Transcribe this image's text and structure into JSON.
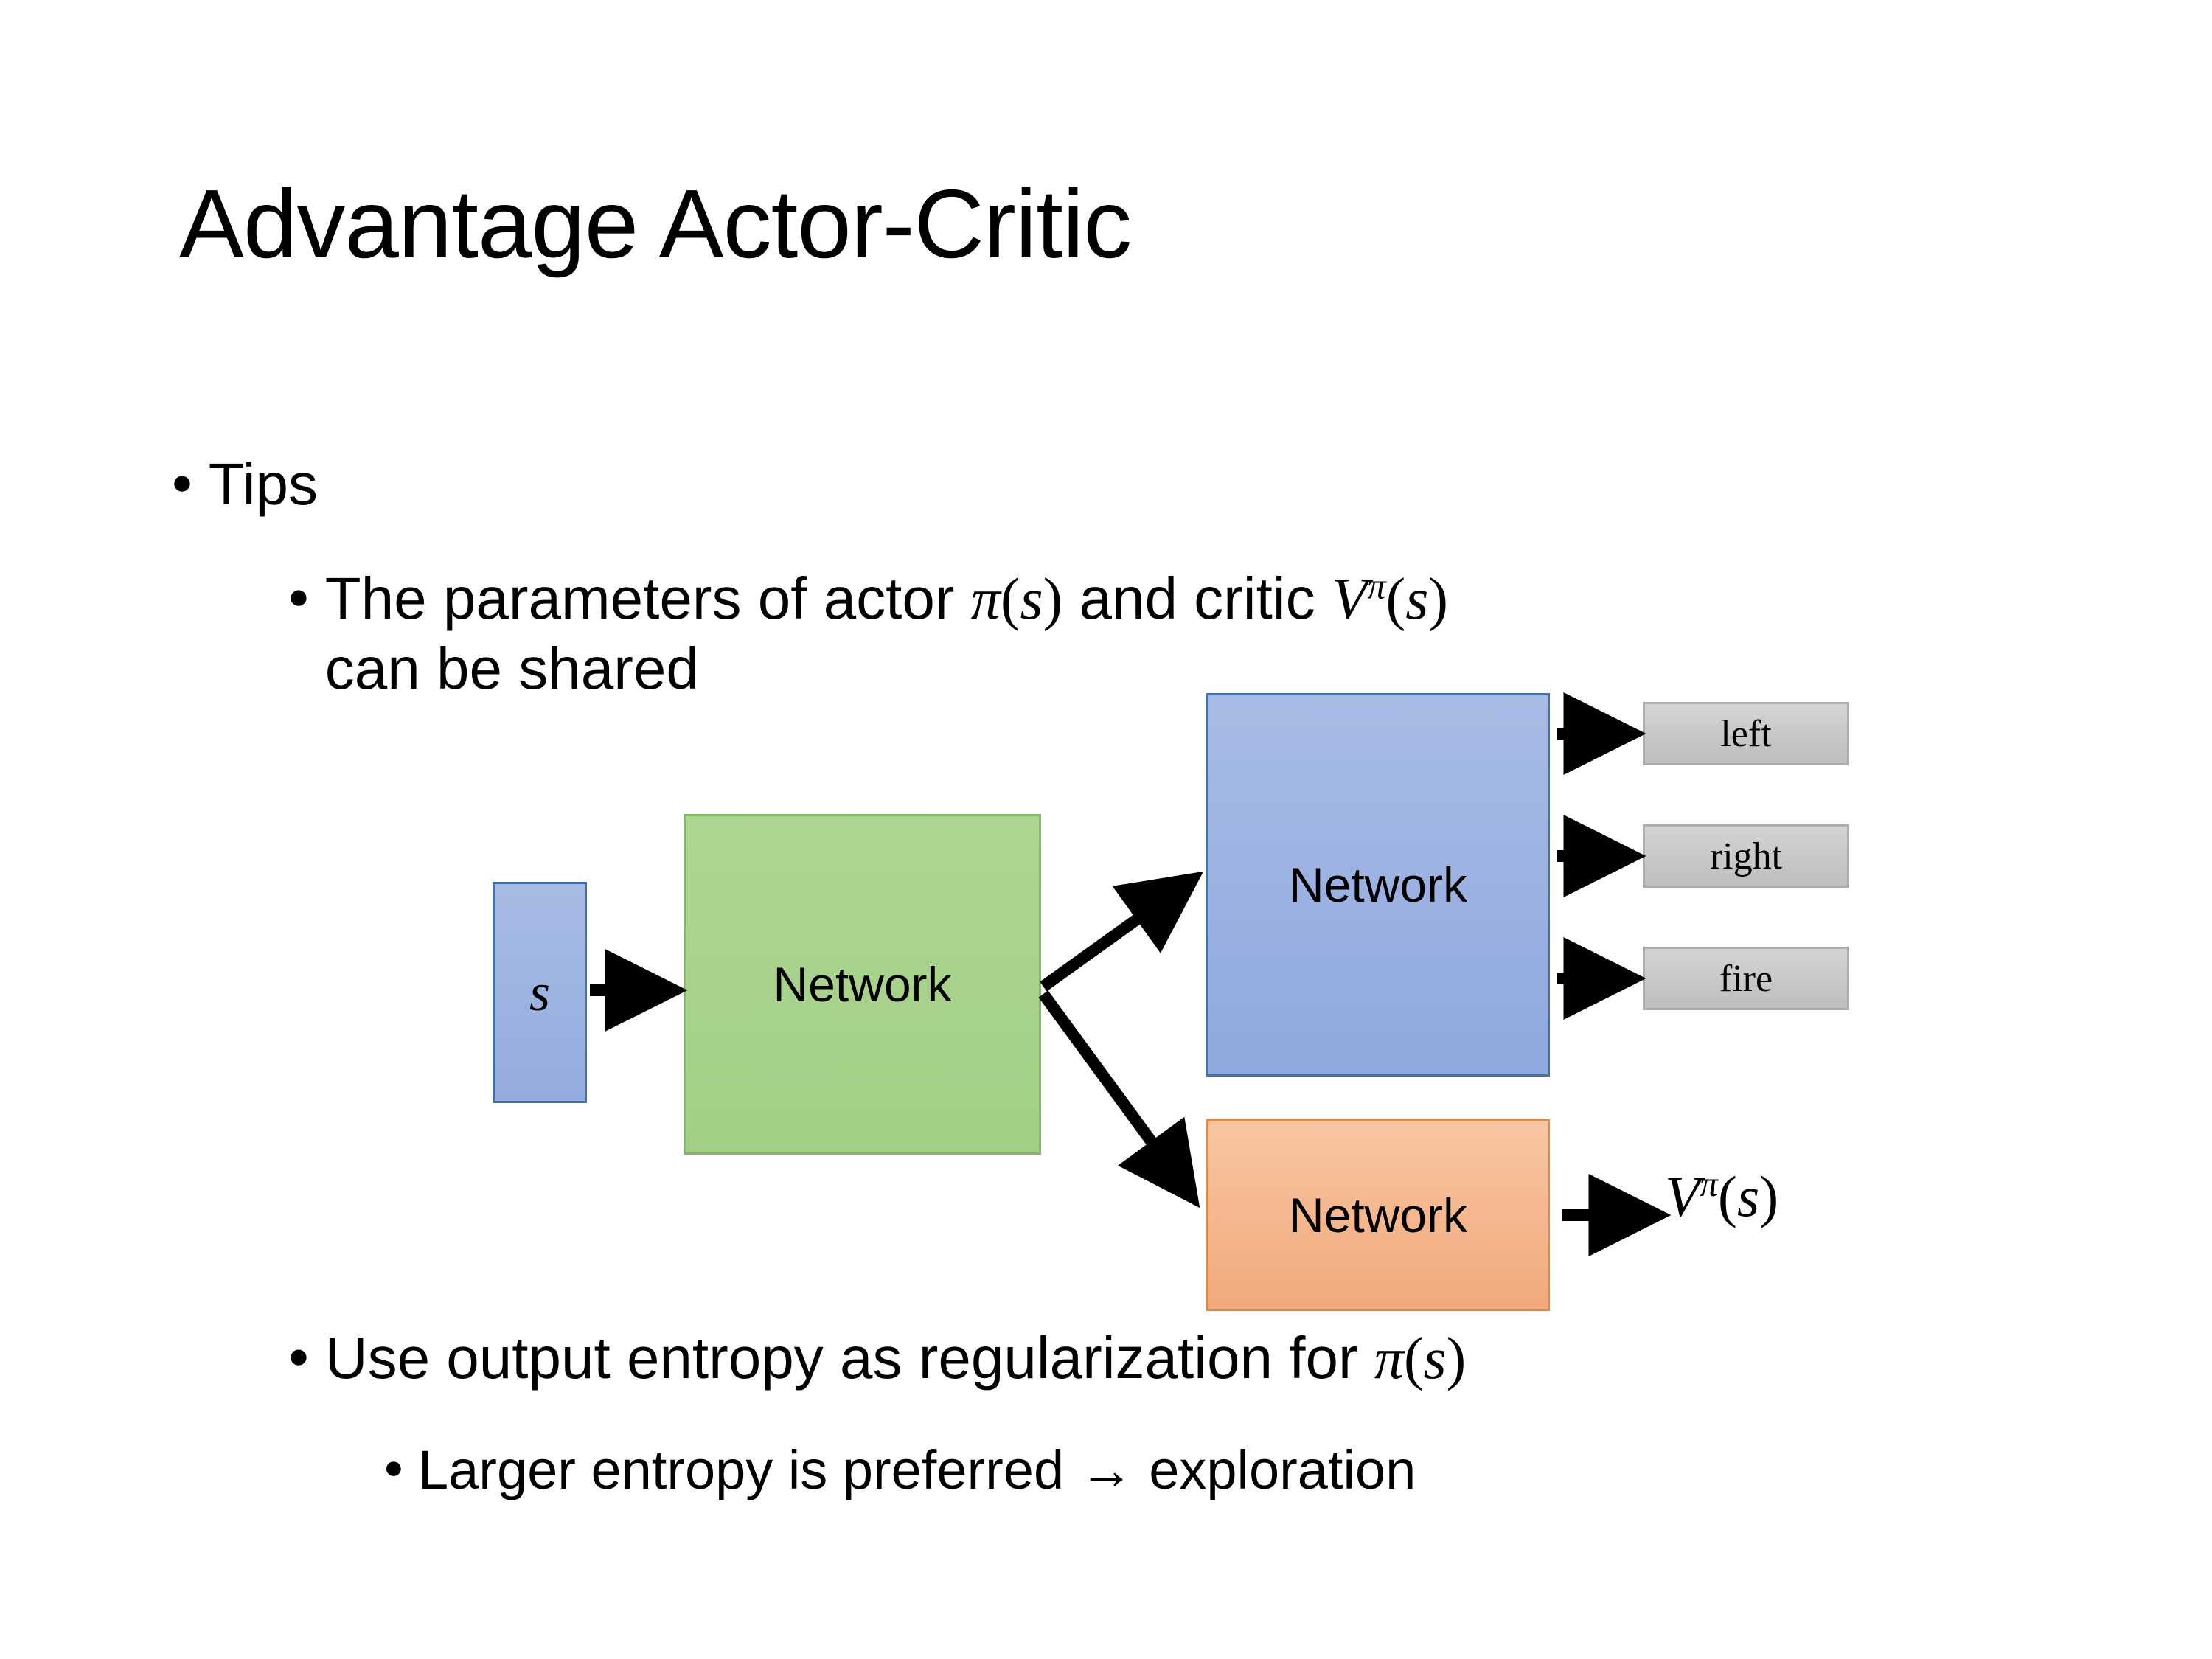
{
  "slide": {
    "title": "Advantage Actor-Critic",
    "background_color": "#FFFFFF"
  },
  "bullets": {
    "tips": "Tips",
    "shared_line_1_pre": "The parameters of actor ",
    "shared_actor_symbol": "π",
    "shared_actor_arg": "(s)",
    "shared_line_1_mid": "  and critic ",
    "shared_critic_symbol": "V",
    "shared_critic_sup": "π",
    "shared_critic_arg": "(s)",
    "shared_line_2": "can be shared",
    "entropy_pre": "Use output entropy as regularization for ",
    "entropy_symbol": "π",
    "entropy_arg": "(s)",
    "larger": "Larger entropy is preferred → exploration"
  },
  "diagram": {
    "state_label": "s",
    "shared_network_label": "Network",
    "actor_network_label": "Network",
    "critic_network_label": "Network",
    "actions": [
      {
        "label": "left"
      },
      {
        "label": "right"
      },
      {
        "label": "fire"
      }
    ],
    "critic_output": {
      "symbol": "V",
      "superscript": "π",
      "argument": "(s)"
    },
    "colors": {
      "state_box": "#9DB3E0",
      "state_border": "#4472A8",
      "shared_network_box": "#A8D08D",
      "shared_network_border": "#83B765",
      "actor_network_box": "#9DB3E0",
      "actor_network_border": "#4472A8",
      "critic_network_box": "#F4B183",
      "critic_network_border": "#E08A49",
      "action_box": "#C6C8CA",
      "action_border": "#A9ABAD",
      "arrow": "#000000"
    }
  }
}
